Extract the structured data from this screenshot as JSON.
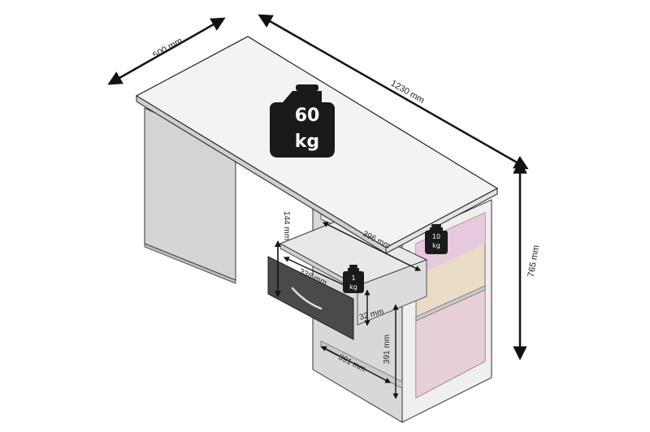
{
  "dimensions": {
    "depth": "500 mm",
    "width": "1230 mm",
    "height": "765 mm",
    "drawer_front_height": "144 mm",
    "drawer_inner_width": "338 mm",
    "shelf_width": "396 mm",
    "drawer_depth": "32 mm",
    "compartment_width": "391 mm",
    "compartment_height": "391 mm"
  },
  "weights": {
    "top_value": "60",
    "top_unit": "kg",
    "shelf_value": "10",
    "shelf_unit": "kg",
    "drawer_value": "1",
    "drawer_unit": "kg"
  },
  "colors": {
    "panel": "#f2f2f2",
    "side": "#cfcfcf",
    "drawer_front": "#4a4a4a",
    "weight_icon": "#1a1a1a",
    "shelf_tint": "#e8c8e0"
  }
}
